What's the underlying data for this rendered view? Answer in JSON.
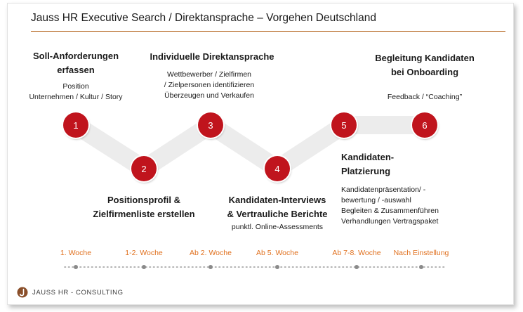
{
  "title": "Jauss HR Executive Search / Direktansprache – Vorgehen Deutschland",
  "colors": {
    "accent": "#c0141d",
    "timeline": "#e0701e",
    "rule": "#b5651d",
    "band": "#ececec"
  },
  "steps": [
    {
      "number": "1",
      "heading": [
        "Soll-Anforderungen",
        "erfassen"
      ],
      "details": [
        "Position",
        "Unternehmen / Kultur / Story"
      ]
    },
    {
      "number": "2",
      "heading": [
        "Positionsprofil &",
        "Zielfirmenliste erstellen"
      ],
      "details": []
    },
    {
      "number": "3",
      "heading": [
        "Individuelle Direktansprache"
      ],
      "details": [
        "Wettbewerber  / Zielfirmen",
        "/ Zielpersonen identifizieren",
        "Überzeugen und Verkaufen"
      ]
    },
    {
      "number": "4",
      "heading": [
        "Kandidaten-Interviews",
        "& Vertrauliche Berichte"
      ],
      "details": [
        "punktl. Online-Assessments"
      ]
    },
    {
      "number": "5",
      "heading": [
        "Kandidaten-",
        "Platzierung"
      ],
      "details": [
        "Kandidatenpräsentation/ -",
        "bewertung / -auswahl",
        "Begleiten & Zusammenführen",
        "Verhandlungen Vertragspaket"
      ]
    },
    {
      "number": "6",
      "heading": [
        "Begleitung Kandidaten",
        "bei Onboarding"
      ],
      "details": [
        "Feedback / “Coaching”"
      ]
    }
  ],
  "timeline": [
    "1. Woche",
    "1-2. Woche",
    "Ab 2. Woche",
    "Ab 5. Woche",
    "Ab 7-8. Woche",
    "Nach Einstellung"
  ],
  "logo": {
    "text": "JAUSS HR - CONSULTING",
    "icon": "jauss-logo-icon"
  }
}
